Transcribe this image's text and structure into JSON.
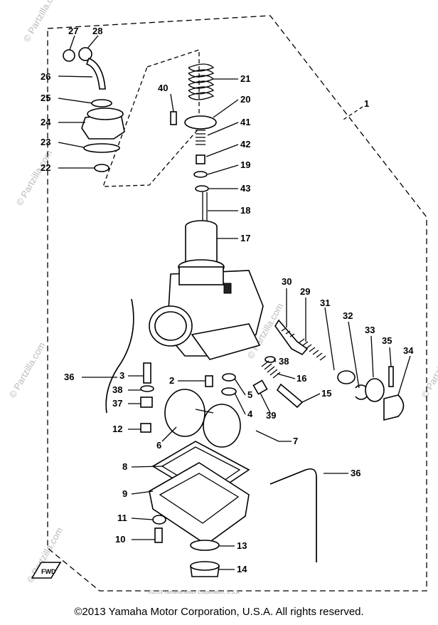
{
  "copyright": "©2013 Yamaha Motor Corporation, U.S.A. All rights reserved.",
  "watermark": "© Partzilla.com",
  "inner_copyright": "©2013 Yamaha Motor Corporation, U.S.A.",
  "fwd_label": "FWD",
  "parts": [
    {
      "id": "p27",
      "label": "27"
    },
    {
      "id": "p28",
      "label": "28"
    },
    {
      "id": "p26",
      "label": "26"
    },
    {
      "id": "p25",
      "label": "25"
    },
    {
      "id": "p24",
      "label": "24"
    },
    {
      "id": "p23",
      "label": "23"
    },
    {
      "id": "p22",
      "label": "22"
    },
    {
      "id": "p40",
      "label": "40"
    },
    {
      "id": "p21",
      "label": "21"
    },
    {
      "id": "p20",
      "label": "20"
    },
    {
      "id": "p41",
      "label": "41"
    },
    {
      "id": "p42",
      "label": "42"
    },
    {
      "id": "p19",
      "label": "19"
    },
    {
      "id": "p43",
      "label": "43"
    },
    {
      "id": "p18",
      "label": "18"
    },
    {
      "id": "p17",
      "label": "17"
    },
    {
      "id": "p1",
      "label": "1"
    },
    {
      "id": "p30",
      "label": "30"
    },
    {
      "id": "p29",
      "label": "29"
    },
    {
      "id": "p31",
      "label": "31"
    },
    {
      "id": "p32",
      "label": "32"
    },
    {
      "id": "p33",
      "label": "33"
    },
    {
      "id": "p35",
      "label": "35"
    },
    {
      "id": "p34",
      "label": "34"
    },
    {
      "id": "p38a",
      "label": "38"
    },
    {
      "id": "p16",
      "label": "16"
    },
    {
      "id": "p15",
      "label": "15"
    },
    {
      "id": "p36a",
      "label": "36"
    },
    {
      "id": "p3",
      "label": "3"
    },
    {
      "id": "p38b",
      "label": "38"
    },
    {
      "id": "p37",
      "label": "37"
    },
    {
      "id": "p2",
      "label": "2"
    },
    {
      "id": "p5",
      "label": "5"
    },
    {
      "id": "p4",
      "label": "4"
    },
    {
      "id": "p39",
      "label": "39"
    },
    {
      "id": "p12",
      "label": "12"
    },
    {
      "id": "p6",
      "label": "6"
    },
    {
      "id": "p7",
      "label": "7"
    },
    {
      "id": "p8",
      "label": "8"
    },
    {
      "id": "p36b",
      "label": "36"
    },
    {
      "id": "p9",
      "label": "9"
    },
    {
      "id": "p11",
      "label": "11"
    },
    {
      "id": "p10",
      "label": "10"
    },
    {
      "id": "p13",
      "label": "13"
    },
    {
      "id": "p14",
      "label": "14"
    }
  ]
}
